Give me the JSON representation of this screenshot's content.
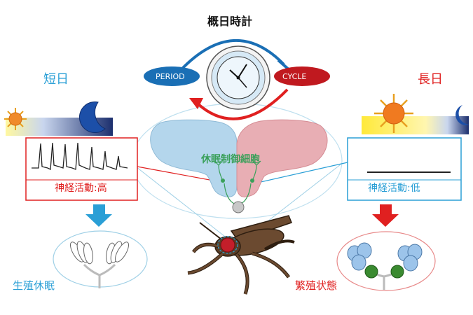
{
  "title": "概日時計",
  "left_label": "短日",
  "right_label": "長日",
  "period_label": "PERIOD",
  "cycle_label": "CYCLE",
  "center_label": "休眠制御細胞",
  "high_activity_label": "神経活動:高",
  "low_activity_label": "神経活動:低",
  "diapause_label": "生殖休眠",
  "reproductive_label": "繁殖状態",
  "colors": {
    "blue": "#2a9fd6",
    "red": "#e02020",
    "period_fill": "#1a6fb5",
    "cycle_fill": "#c0191f",
    "green": "#3aa05a"
  }
}
